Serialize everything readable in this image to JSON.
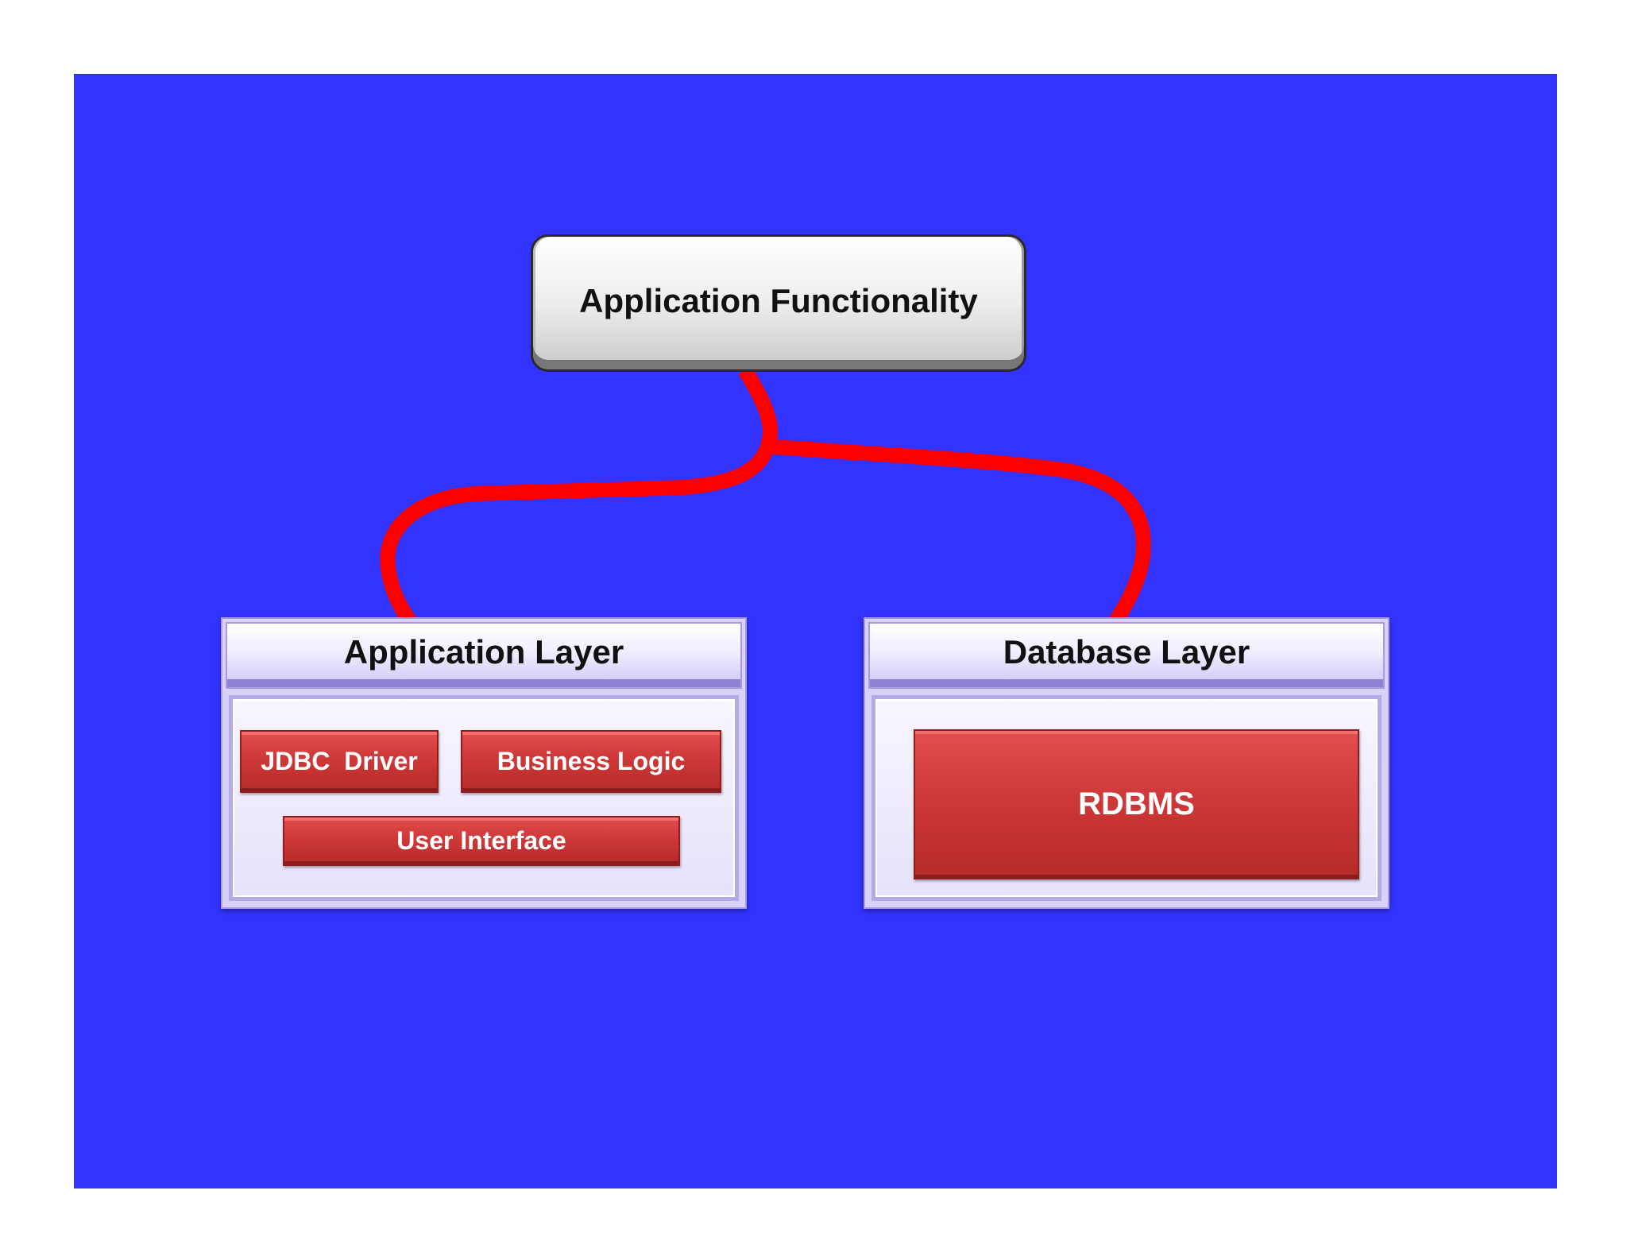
{
  "diagram": {
    "root": {
      "label": "Application Functionality"
    },
    "layers": [
      {
        "label": "Application Layer",
        "components": [
          "JDBC  Driver",
          "Business Logic",
          "User Interface"
        ]
      },
      {
        "label": "Database Layer",
        "components": [
          "RDBMS"
        ]
      }
    ],
    "edges": [
      {
        "from": "Application Functionality",
        "to": "Application Layer"
      },
      {
        "from": "Application Functionality",
        "to": "Database Layer"
      }
    ]
  },
  "colors": {
    "background": "#3333ff",
    "connector": "#ff0000",
    "component": "#cf3838",
    "layer_panel": "#d9d2f8",
    "root_box": "#e8e8e8"
  }
}
